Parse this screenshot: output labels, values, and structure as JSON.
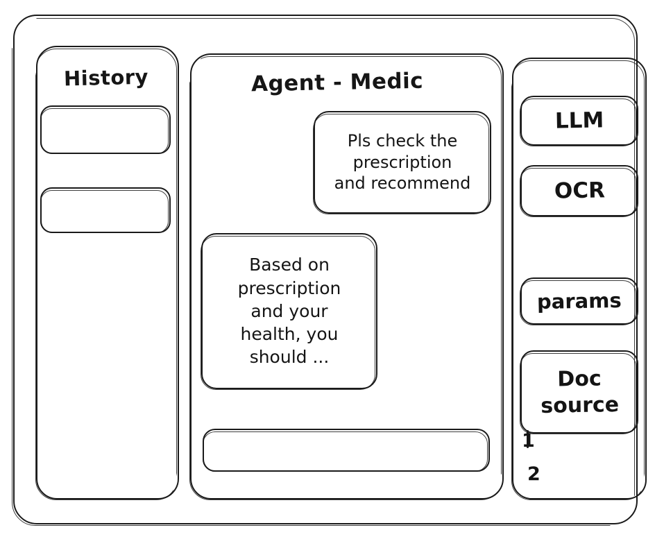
{
  "app": {
    "frame_name": "app-window",
    "stroke_color": "#1a1a1a",
    "background_color": "#ffffff",
    "style": "hand-drawn wireframe sketch"
  },
  "sidebar": {
    "title": "History",
    "items": [
      {
        "label": ""
      },
      {
        "label": ""
      }
    ]
  },
  "main": {
    "title": "Agent - Medic",
    "messages": [
      {
        "role": "user",
        "lines": [
          "Pls check the",
          "prescription",
          "and recommend"
        ]
      },
      {
        "role": "assistant",
        "lines": [
          "Based on",
          "prescription",
          "and your",
          "health, you",
          "should ..."
        ]
      }
    ],
    "composer": {
      "value": "",
      "placeholder": ""
    }
  },
  "tools": {
    "buttons": [
      {
        "label": "LLM",
        "name": "llm"
      },
      {
        "label": "OCR",
        "name": "ocr"
      },
      {
        "label": "params",
        "name": "params"
      },
      {
        "label": "Doc\nsource",
        "name": "doc-source"
      }
    ],
    "sources": [
      {
        "number": "1"
      },
      {
        "number": "2"
      }
    ]
  }
}
